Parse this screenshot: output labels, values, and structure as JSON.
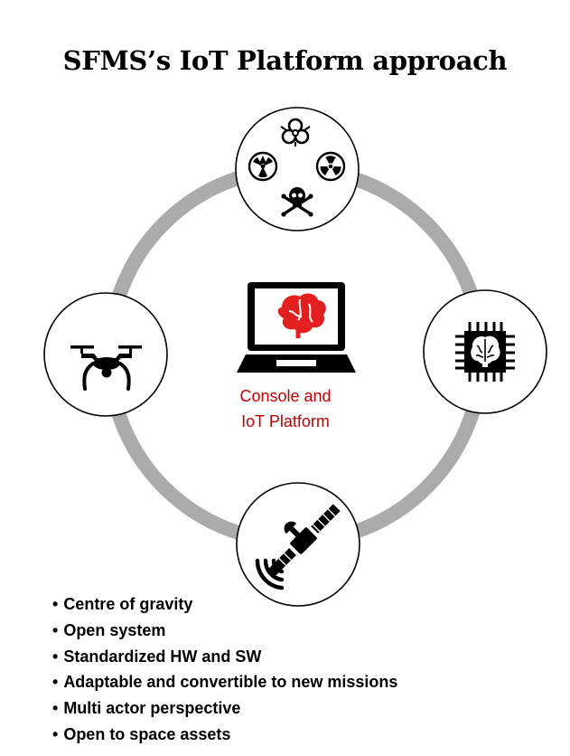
{
  "title": "SFMS’s IoT Platform approach",
  "center": {
    "label_line1": "Console and",
    "label_line2": "IoT Platform",
    "icon": "laptop-brain-icon"
  },
  "nodes": {
    "top": {
      "icons": [
        "biohazard-icon",
        "nuclear-icon",
        "radiation-icon",
        "skull-crossbones-icon"
      ]
    },
    "left": {
      "icon": "drone-icon"
    },
    "right": {
      "icon": "ai-chip-brain-icon"
    },
    "bottom": {
      "icon": "satellite-icon"
    }
  },
  "colors": {
    "ring": "#ababab",
    "accent": "#c00000",
    "brain": "#e31f1f",
    "icon": "#000000"
  },
  "bullets": [
    "Centre of gravity",
    "Open system",
    "Standardized HW and SW",
    "Adaptable and convertible to new missions",
    "Multi actor perspective",
    "Open to space assets"
  ]
}
